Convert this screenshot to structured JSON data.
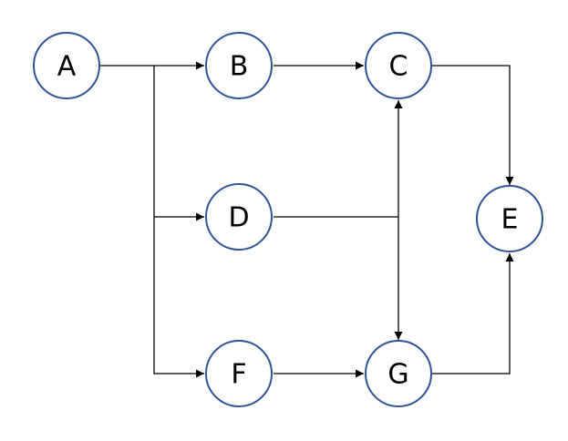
{
  "diagram": {
    "colors": {
      "node_stroke": "#2f5496",
      "edge": "#000000",
      "label": "#000000"
    },
    "nodes": [
      {
        "id": "A",
        "label": "A"
      },
      {
        "id": "B",
        "label": "B"
      },
      {
        "id": "C",
        "label": "C"
      },
      {
        "id": "D",
        "label": "D"
      },
      {
        "id": "E",
        "label": "E"
      },
      {
        "id": "F",
        "label": "F"
      },
      {
        "id": "G",
        "label": "G"
      }
    ],
    "edges": [
      {
        "from": "A",
        "to": "B"
      },
      {
        "from": "A",
        "to": "D"
      },
      {
        "from": "A",
        "to": "F"
      },
      {
        "from": "B",
        "to": "C"
      },
      {
        "from": "D",
        "to": "C"
      },
      {
        "from": "D",
        "to": "G"
      },
      {
        "from": "C",
        "to": "E"
      },
      {
        "from": "F",
        "to": "G"
      },
      {
        "from": "G",
        "to": "E"
      }
    ]
  }
}
